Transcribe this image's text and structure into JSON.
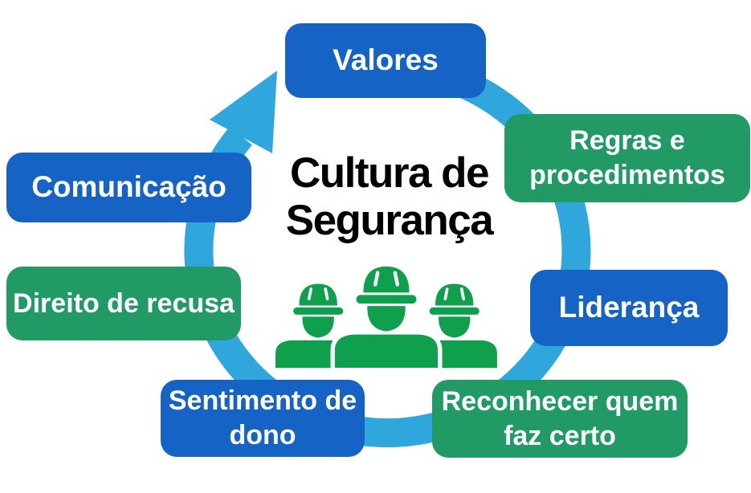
{
  "title": {
    "line1": "Cultura de",
    "line2": "Segurança"
  },
  "boxes": [
    {
      "label": "Valores",
      "color": "blue"
    },
    {
      "label": "Regras e procedimentos",
      "color": "green"
    },
    {
      "label": "Liderança",
      "color": "blue"
    },
    {
      "label": "Reconhecer quem faz certo",
      "color": "green"
    },
    {
      "label": "Sentimento de dono",
      "color": "blue"
    },
    {
      "label": "Direito de recusa",
      "color": "green"
    },
    {
      "label": "Comunicação",
      "color": "blue"
    }
  ],
  "icon": {
    "name": "three-workers-with-hardhats"
  },
  "arrow": {
    "shape": "circular-clockwise"
  },
  "colors": {
    "blue": "#1463C5",
    "green": "#219A66",
    "arrow_blue": "#2FA6DC",
    "icon_green": "#0FA04D",
    "box_text": "#FFFFFF",
    "title_text": "#000000",
    "background": "#FFFFFF"
  }
}
